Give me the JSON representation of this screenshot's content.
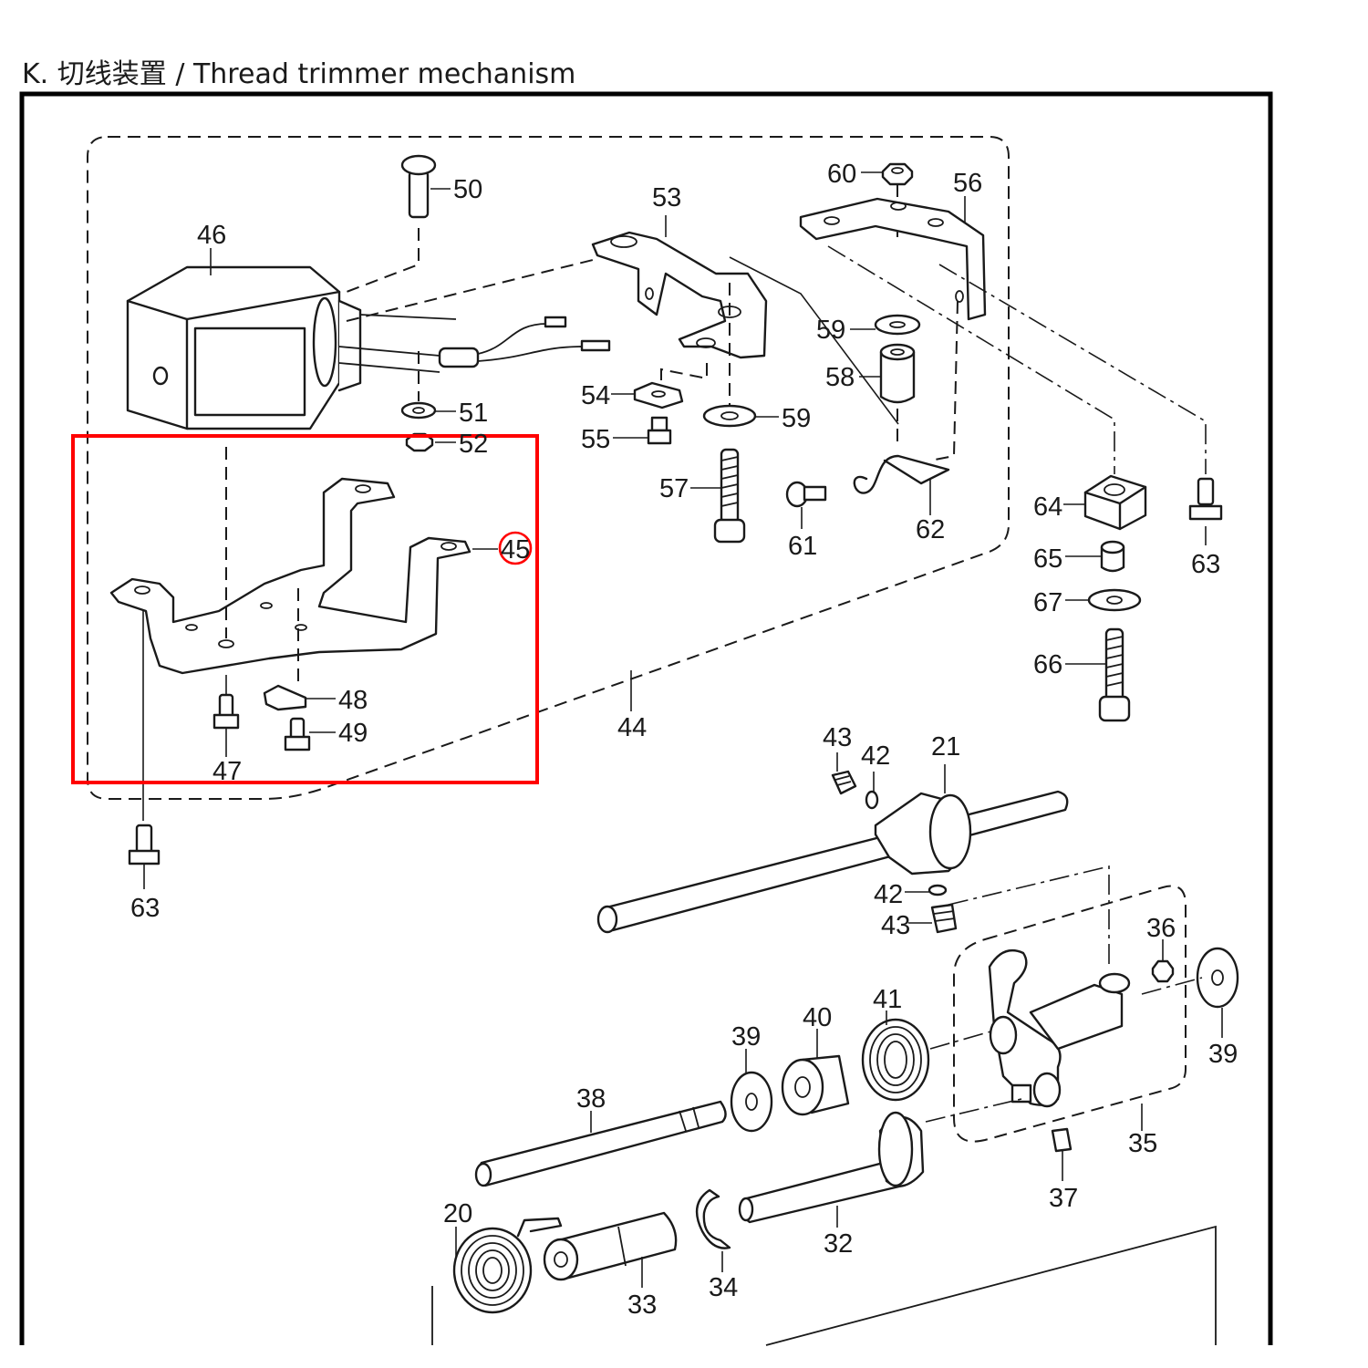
{
  "header": {
    "prefix": "K.",
    "title_cn": "切线装置",
    "separator": "/",
    "title_en": "Thread trimmer mechanism"
  },
  "highlight": {
    "color": "#ff0000",
    "part": "45"
  },
  "labels": {
    "p50": "50",
    "p53": "53",
    "p60": "60",
    "p56": "56",
    "p46": "46",
    "p59a": "59",
    "p58": "58",
    "p51": "51",
    "p52": "52",
    "p54": "54",
    "p59b": "59",
    "p55": "55",
    "p57": "57",
    "p61": "61",
    "p62": "62",
    "p64": "64",
    "p63a": "63",
    "p63b": "63",
    "p65": "65",
    "p67": "67",
    "p66": "66",
    "p45": "45",
    "p48": "48",
    "p49": "49",
    "p47": "47",
    "p44": "44",
    "p43a": "43",
    "p42a": "42",
    "p21": "21",
    "p42b": "42",
    "p43b": "43",
    "p36": "36",
    "p39a": "39",
    "p40": "40",
    "p41": "41",
    "p39b": "39",
    "p38": "38",
    "p35": "35",
    "p37": "37",
    "p20": "20",
    "p32": "32",
    "p34": "34",
    "p33": "33"
  }
}
